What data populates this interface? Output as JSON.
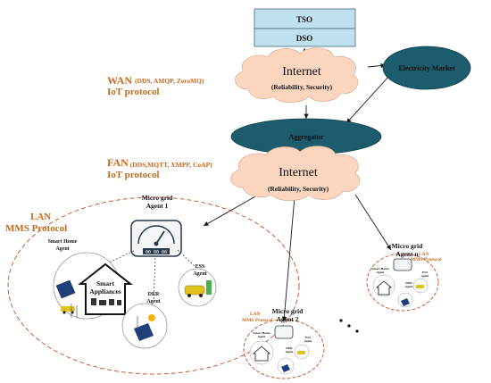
{
  "tso_label": "TSO",
  "dso_label": "DSO",
  "internet_top": {
    "title": "Internet",
    "subtitle": "(Reliability, Security)"
  },
  "electricity_market": "Electricity Market",
  "wan": {
    "main": "WAN",
    "sub": "(DDS, AMQP, ZeroMQ)",
    "line2": "IoT protocol"
  },
  "aggregator": "Aggregator",
  "fan": {
    "main": "FAN",
    "sub": "(DDS,MQTT, XMPP, CoAP)",
    "line2": "IoT protocol"
  },
  "internet_mid": {
    "title": "Internet",
    "subtitle": "(Reliability, Security)"
  },
  "lan_big": {
    "line1": "LAN",
    "line2": "MMS Protocol"
  },
  "mg1": {
    "line1": "Micro grid",
    "line2": "Agent 1",
    "meter": "00 00 00"
  },
  "smart_home": {
    "line1": "Smart Home",
    "line2": "Agent"
  },
  "smart_appliances": {
    "line1": "Smart",
    "line2": "Appliances"
  },
  "ess": {
    "line1": "ESS",
    "line2": "Agent"
  },
  "der": {
    "line1": "DER",
    "line2": "Agent"
  },
  "mg2": {
    "line1": "Micro grid",
    "line2": "Agent 2",
    "lan1": "LAN",
    "lan2": "MMS Protocol",
    "home1": "Smart Home",
    "home2": "Agent",
    "ess1": "ESS",
    "ess2": "Agent",
    "der1": "DER",
    "der2": "Agent"
  },
  "mgn": {
    "line1": "Micro grid",
    "line2": "Agent n",
    "lan1": "LAN",
    "lan2": "MMS Protocol",
    "home1": "Smart Home",
    "home2": "Agent",
    "ess1": "ESS",
    "ess2": "Agent",
    "der1": "DER",
    "der2": "Agent"
  },
  "colors": {
    "orange": "#c46a1e",
    "teal": "#1d5c6c",
    "cloud": "#fbd5bd",
    "box": "#bfe0ee",
    "ring": "#c8603a"
  }
}
